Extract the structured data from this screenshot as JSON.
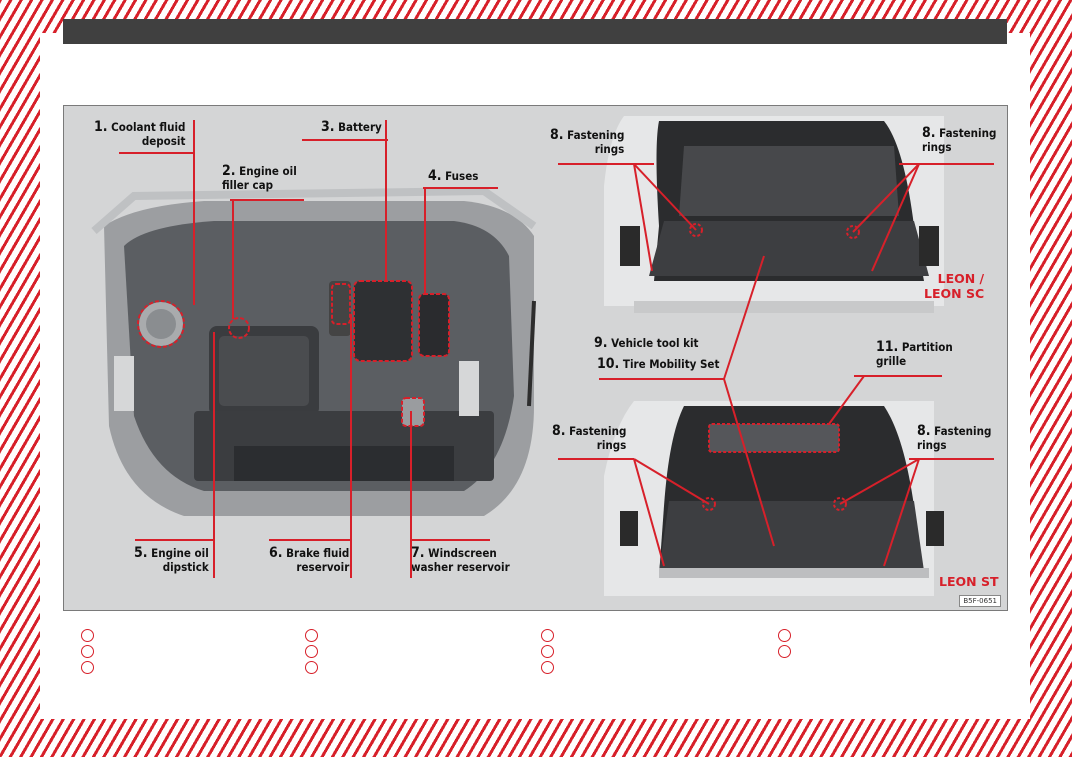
{
  "figure": {
    "code": "B5F-0651",
    "engine_labels": [
      {
        "num": "1.",
        "text1": "Coolant fluid",
        "text2": "deposit"
      },
      {
        "num": "2.",
        "text1": "Engine oil",
        "text2": "filler cap"
      },
      {
        "num": "3.",
        "text1": "Battery",
        "text2": ""
      },
      {
        "num": "4.",
        "text1": "Fuses",
        "text2": ""
      },
      {
        "num": "5.",
        "text1": "Engine oil",
        "text2": "dipstick"
      },
      {
        "num": "6.",
        "text1": "Brake fluid",
        "text2": "reservoir"
      },
      {
        "num": "7.",
        "text1": "Windscreen",
        "text2": "washer reservoir"
      }
    ],
    "boot_labels": {
      "fastening_num": "8.",
      "fastening_text1": "Fastening",
      "fastening_text2": "rings",
      "tool_kit_num": "9.",
      "tool_kit_text": "Vehicle tool kit",
      "tire_num": "10.",
      "tire_text": "Tire Mobility Set",
      "partition_num": "11.",
      "partition_text1": "Partition",
      "partition_text2": "grille"
    },
    "model_top_line1": "LEON /",
    "model_top_line2": "LEON SC",
    "model_bottom": "LEON ST"
  },
  "colors": {
    "accent": "#d7202a",
    "header": "#404040"
  }
}
